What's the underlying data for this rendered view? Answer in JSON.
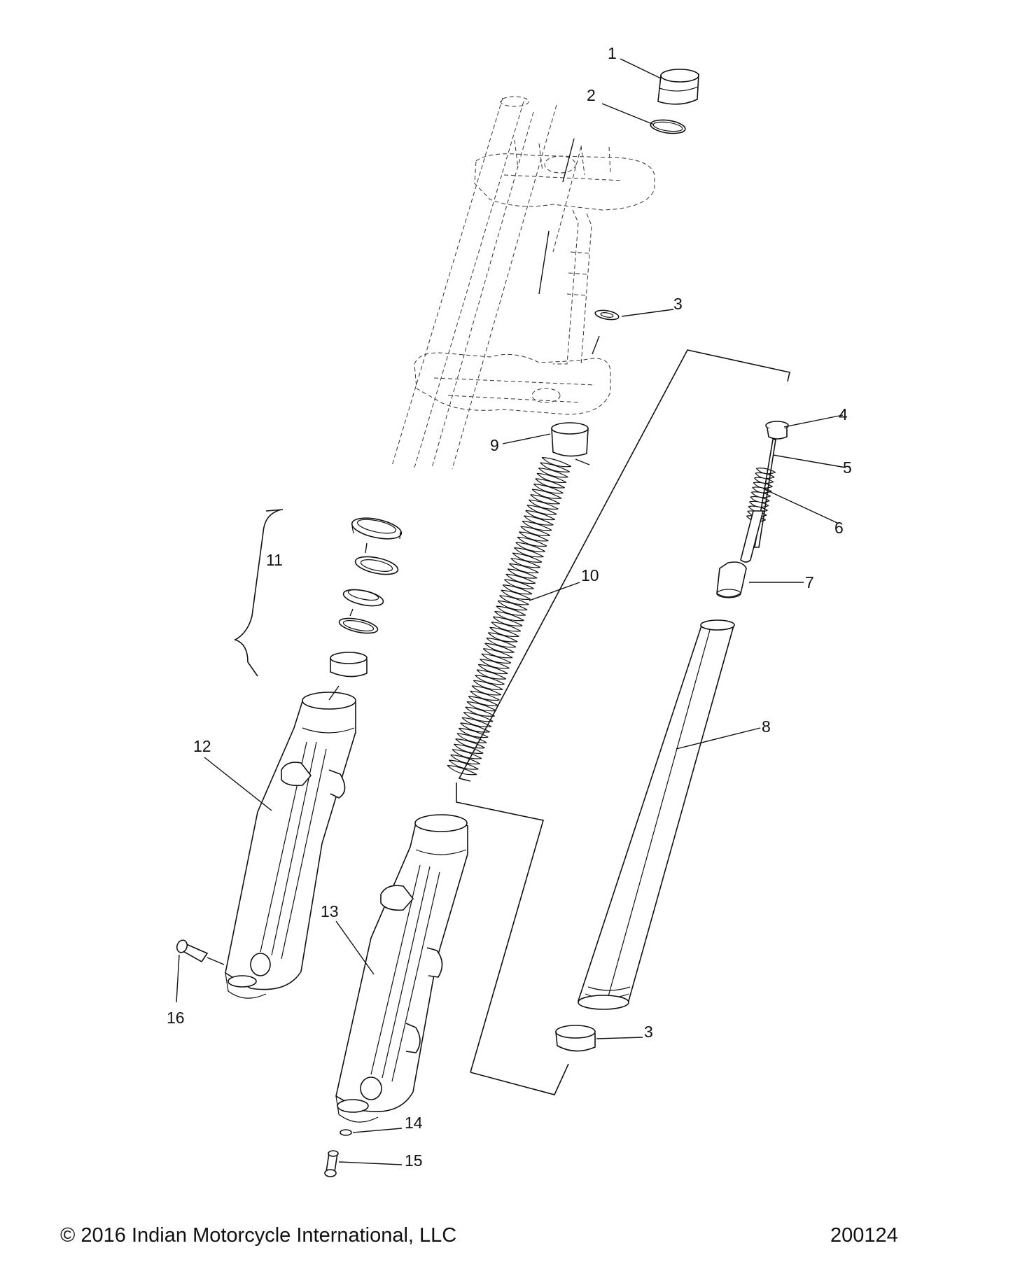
{
  "callouts": [
    "1",
    "2",
    "3",
    "4",
    "5",
    "6",
    "7",
    "8",
    "9",
    "10",
    "11",
    "12",
    "13",
    "14",
    "15",
    "16",
    "3"
  ],
  "footer": {
    "copyright": "© 2016 Indian Motorcycle International, LLC",
    "diagram_number": "200124"
  }
}
